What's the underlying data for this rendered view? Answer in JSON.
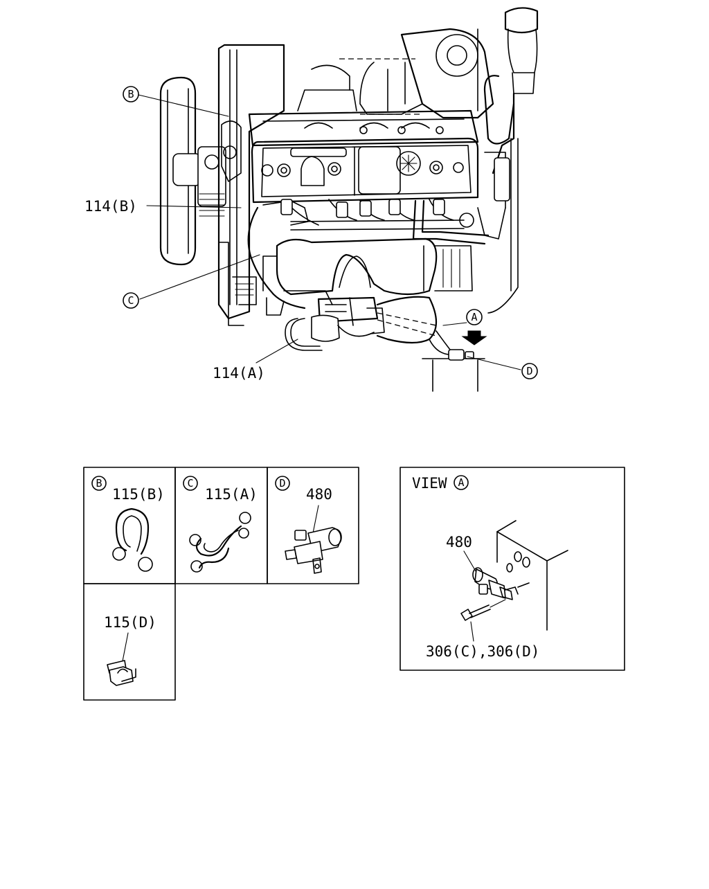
{
  "callouts": {
    "b_marker": "B",
    "c_marker": "C",
    "a_marker": "A",
    "d_marker": "D",
    "part_114b": "114(B)",
    "part_114a": "114(A)"
  },
  "detail_panels": {
    "b": {
      "marker": "B",
      "part": "115(B)"
    },
    "c": {
      "marker": "C",
      "part": "115(A)"
    },
    "d": {
      "marker": "D",
      "part": "480"
    },
    "bottom": {
      "part": "115(D)"
    }
  },
  "view_a": {
    "title": "VIEW",
    "marker": "A",
    "part_480": "480",
    "part_306": "306(C),306(D)"
  }
}
